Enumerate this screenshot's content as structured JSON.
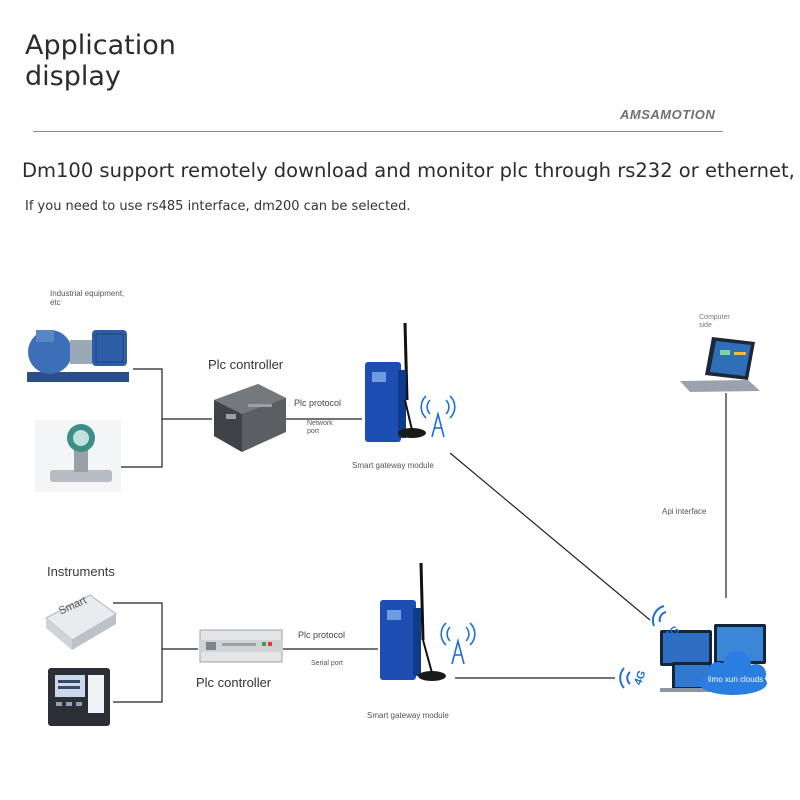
{
  "header": {
    "title": "Application\ndisplay",
    "brand": "AMSAMOTION",
    "description_line1": "Dm100 support remotely download and monitor plc through rs232 or ethernet,",
    "description_line2": "If you need to use rs485 interface, dm200 can be selected."
  },
  "diagram": {
    "top_group": {
      "equipment_label": "Industrial equipment,\netc",
      "plc_label": "Plc controller",
      "protocol_label": "Plc protocol",
      "port_label": "Network\nport",
      "gateway_label": "Smart gateway module"
    },
    "bottom_group": {
      "instruments_label": "Instruments",
      "meter_text": "Smart",
      "plc_label": "Plc controller",
      "protocol_label": "Plc protocol",
      "port_label": "Serial port",
      "gateway_label": "Smart gateway module"
    },
    "cloud": {
      "computer_label": "Computer\nside",
      "api_label": "Api interface",
      "signal_label": "4G",
      "cloud_label": "limo xun clouds"
    }
  },
  "colors": {
    "line": "#222222",
    "gateway_blue": "#1d4fb3",
    "signal_blue": "#1e6ed6",
    "cloud_blue": "#2a7de1",
    "pump_blue": "#2b5ea8"
  }
}
